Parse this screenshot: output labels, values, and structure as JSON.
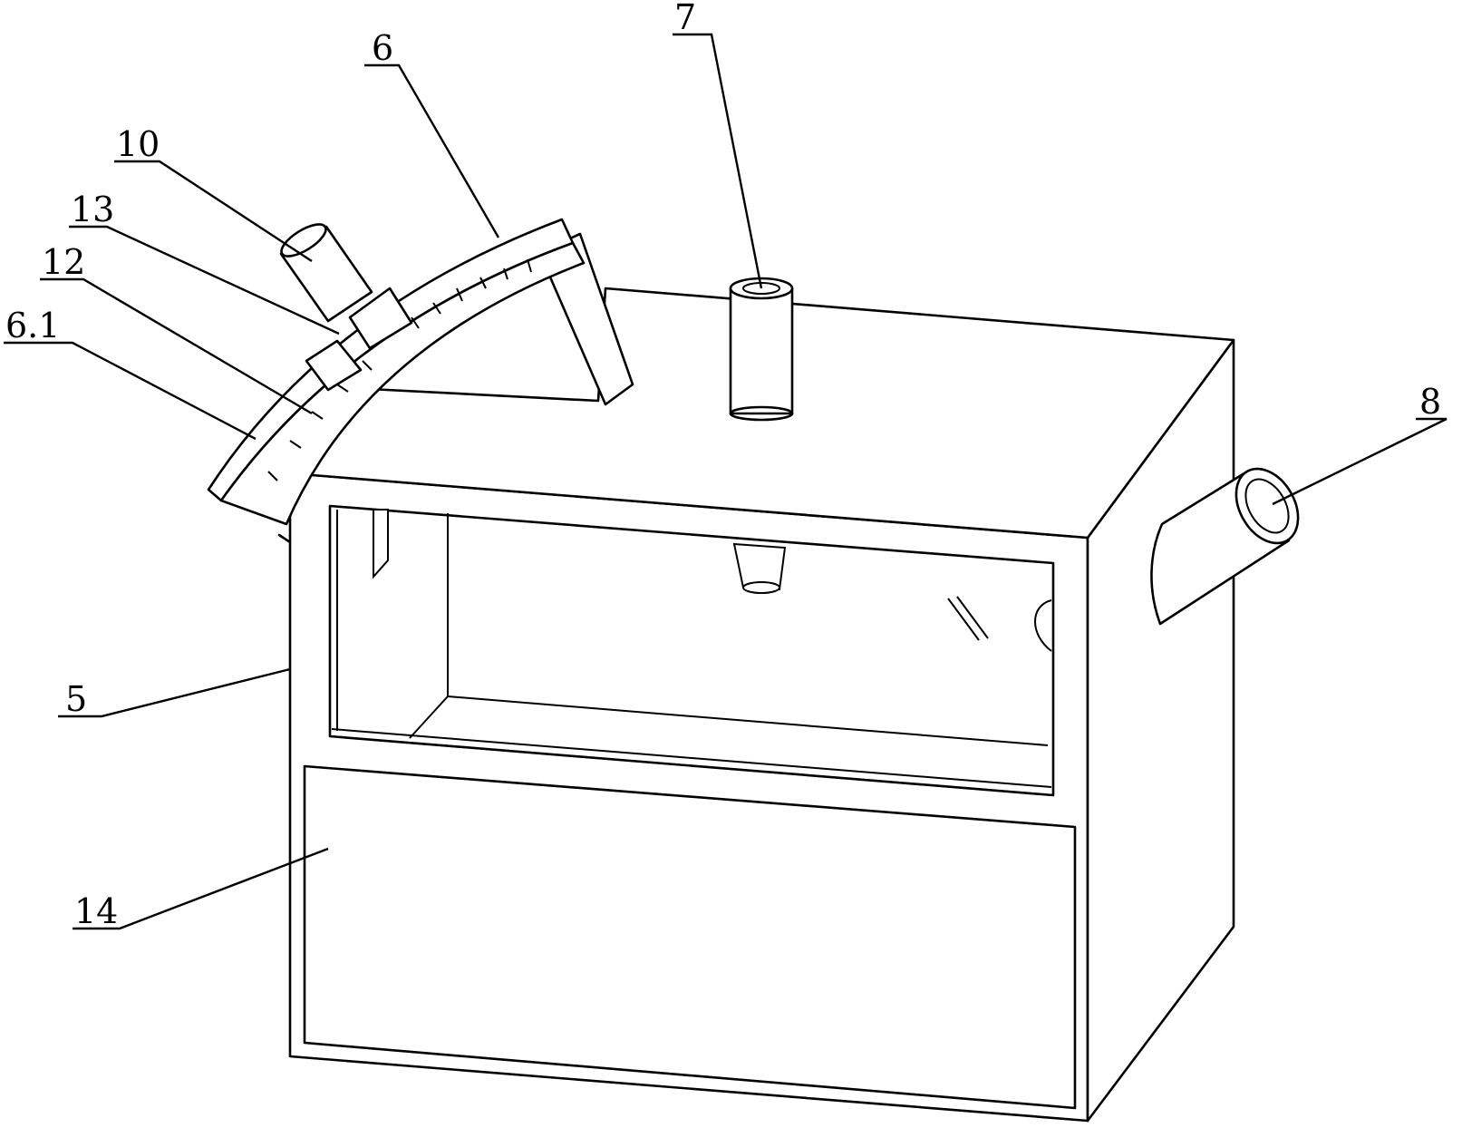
{
  "figure": {
    "labels": [
      {
        "id": "lbl-7",
        "text": "7"
      },
      {
        "id": "lbl-6",
        "text": "6"
      },
      {
        "id": "lbl-10",
        "text": "10"
      },
      {
        "id": "lbl-13",
        "text": "13"
      },
      {
        "id": "lbl-12",
        "text": "12"
      },
      {
        "id": "lbl-6-1",
        "text": "6.1"
      },
      {
        "id": "lbl-8",
        "text": "8"
      },
      {
        "id": "lbl-5",
        "text": "5"
      },
      {
        "id": "lbl-14",
        "text": "14"
      }
    ]
  }
}
